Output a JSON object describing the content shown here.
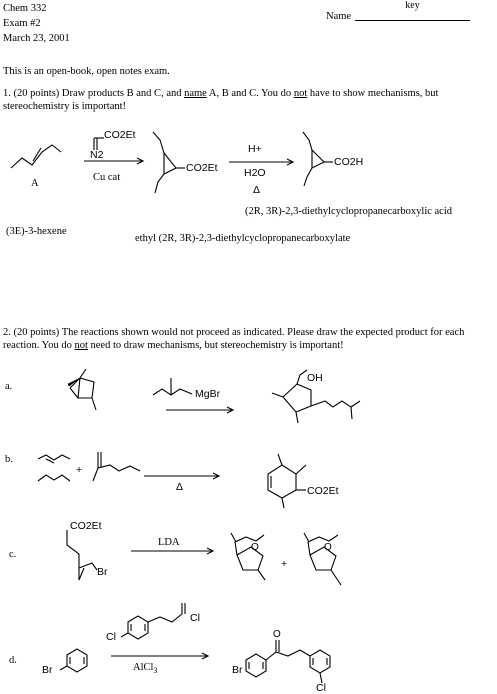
{
  "header": {
    "course": "Chem 332",
    "exam": "Exam #2",
    "date": "March 23, 2001",
    "name_label": "Name",
    "name_value": "key"
  },
  "intro": "This is an open-book, open notes exam.",
  "q1": {
    "prompt_a": "1.  (20 points) Draw products B and C, and ",
    "prompt_name": "name",
    "prompt_b": " A, B and C. You do ",
    "prompt_not": "not",
    "prompt_c": " have to show mechanisms, but stereochemistry is important!",
    "label_A": "A",
    "reagent_top": "CO2Et",
    "reagent_n2": "N2",
    "reagent_cat": "Cu cat",
    "product_b_group": "CO2Et",
    "acid_reagent": "H+",
    "water": "H2O",
    "heat": "Δ",
    "product_c_group": "CO2H",
    "name_c": "(2R, 3R)-2,3-diethylcyclopropanecarboxylic acid",
    "name_a": "(3E)-3-hexene",
    "name_b": "ethyl (2R, 3R)-2,3-diethylcyclopropanecarboxylate"
  },
  "q2": {
    "prompt_a": "2.  (20 points)  The reactions shown would not proceed as indicated.  Please draw the expected product for each reaction. You do ",
    "prompt_not": "not",
    "prompt_b": " need to draw mechanisms, but stereochemistry is important!",
    "parts": {
      "a": {
        "label": "a.",
        "reagent": "MgBr",
        "product_oh": "OH"
      },
      "b": {
        "label": "b.",
        "plus": "+",
        "heat": "Δ",
        "product_group": "CO2Et"
      },
      "c": {
        "label": "c.",
        "sm_group": "CO2Et",
        "sm_br": "Br",
        "reagent": "LDA",
        "plus": "+"
      },
      "d": {
        "label": "d.",
        "br": "Br",
        "cl": "Cl",
        "acyl_cl": "Cl",
        "reagent": "AlCl3",
        "product_br": "Br",
        "product_cl": "Cl",
        "carbonyl_o": "O"
      }
    }
  }
}
